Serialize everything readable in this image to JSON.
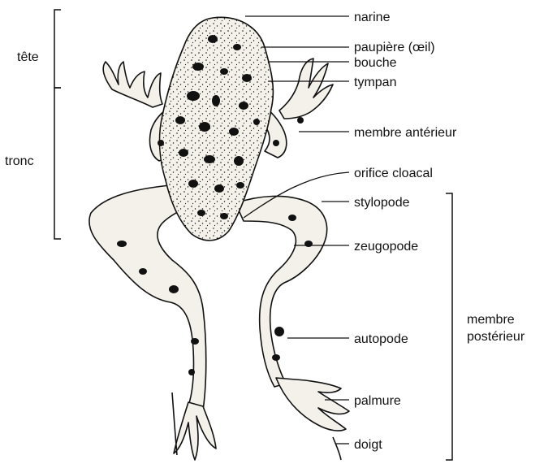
{
  "region_labels": {
    "head": "tête",
    "trunk": "tronc",
    "hind_limb_line1": "membre",
    "hind_limb_line2": "postérieur"
  },
  "part_labels": {
    "nostril": "narine",
    "eyelid": "paupière (œil)",
    "mouth": "bouche",
    "tympanum": "tympan",
    "forelimb": "membre antérieur",
    "cloacal_opening": "orifice cloacal",
    "stylopod": "stylopode",
    "zeugopod": "zeugopode",
    "autopod": "autopode",
    "web": "palmure",
    "digit": "doigt"
  },
  "colors": {
    "ink": "#111111",
    "paper": "#ffffff",
    "skin": "#f4f1ea"
  },
  "illustration": {
    "subject": "frog-dorsal-view",
    "style": "stippled-line-drawing"
  }
}
